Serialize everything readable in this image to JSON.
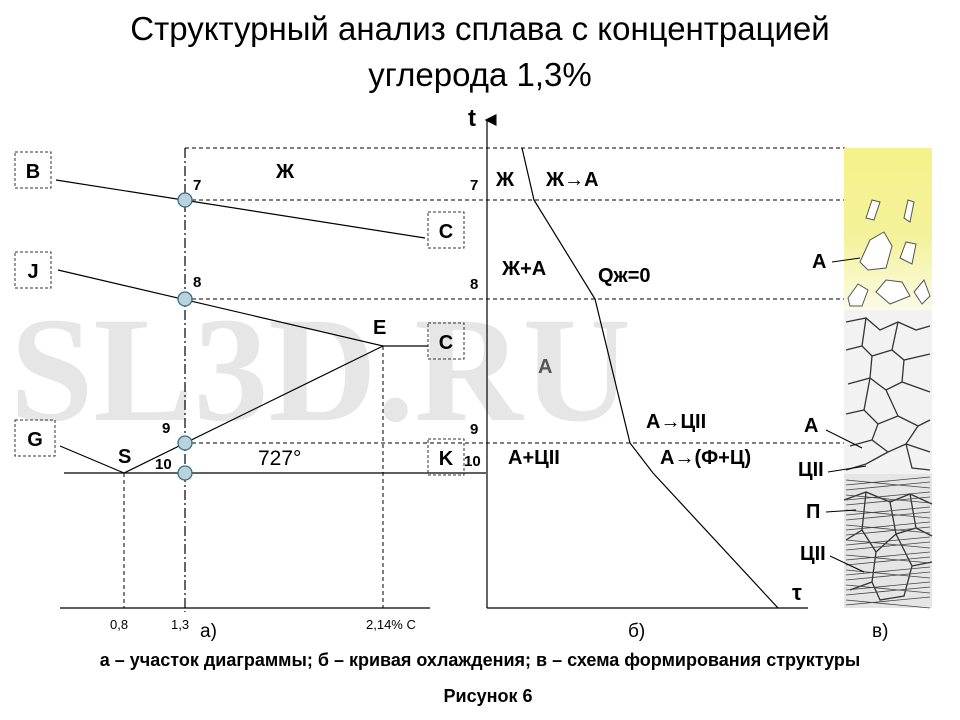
{
  "title": {
    "line1": "Структурный анализ сплава с концентрацией",
    "line2": "углерода 1,3%"
  },
  "watermark": "SL3D.RU",
  "diagram_a": {
    "endpoints": {
      "B": "B",
      "J": "J",
      "G": "G",
      "C1": "C",
      "C2": "C",
      "K": "K"
    },
    "inner_labels": {
      "E": "E",
      "S": "S"
    },
    "phase_liquid": "Ж",
    "eutectoid_temp": "727°",
    "points": [
      "7",
      "8",
      "9",
      "10"
    ],
    "x_ticks": [
      "0,8",
      "1,3",
      "2,14% С"
    ],
    "panel_label": "а)"
  },
  "curve_b": {
    "axis_t": "t",
    "axis_tau": "τ",
    "temp_marks": [
      "7",
      "8",
      "9",
      "10"
    ],
    "regions": {
      "liquid": "Ж",
      "liq_to_a": "Ж→А",
      "liq_plus_a": "Ж+А",
      "q_zero": "Qж=0",
      "austenite": "А",
      "a_to_c2": "А→ЦII",
      "a_plus_c2": "А+ЦII",
      "a_to_fc": "А→(Ф+Ц)"
    },
    "panel_label": "б)"
  },
  "structure_c": {
    "labels": [
      "А",
      "А",
      "ЦII",
      "П",
      "ЦII"
    ],
    "colors": {
      "liquid_zone": "#f5f28a",
      "liquid_fade": "#f8f7c0"
    },
    "panel_label": "в)"
  },
  "caption": "а – участок диаграммы; б – кривая охлаждения; в – схема формирования структуры",
  "figure_label": "Рисунок 6"
}
